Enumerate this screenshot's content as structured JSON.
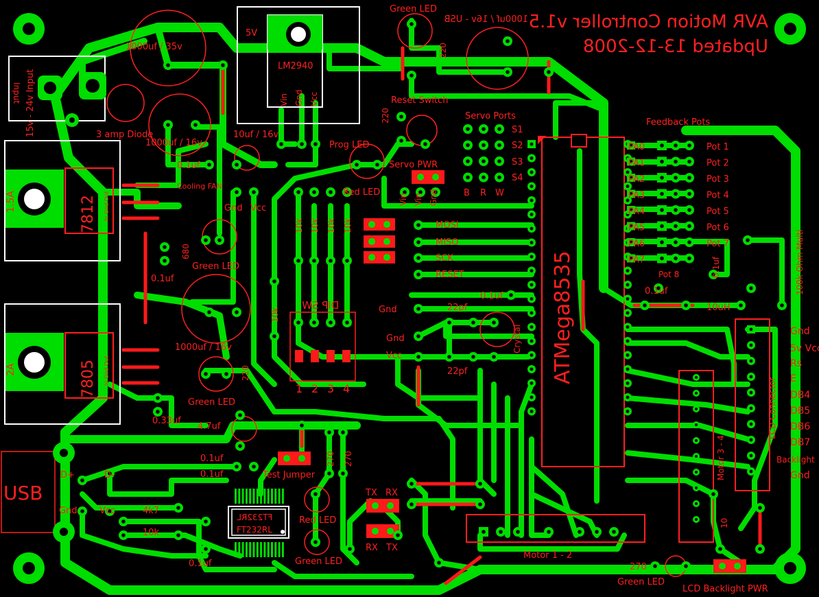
{
  "board": {
    "title_line1": "AVR Motion Controller v1.5",
    "title_line2": "Updated 13-12-2008",
    "background": "#000000",
    "copper_color": "#00dd00",
    "silk_color": "#ff2020",
    "silk_white": "#ffffff"
  },
  "power": {
    "input_label": "15v - 24v Input",
    "input_mirror": "Input",
    "diode_label": "3 amp Diode",
    "cap1": "1000uf / 35v",
    "cap2": "1000uf / 16v",
    "cap3": "10uf / 16v",
    "cap4": "1000uf / 16v",
    "cap_01": "0.1uf",
    "cap_01b": "0.1uf",
    "cap_033": "0.33uf",
    "reg_12": "7812",
    "reg_12_amp": "1.5A",
    "reg_5": "7805",
    "reg_5_amp": "2A",
    "reg_pins": "In  Gnd Out",
    "ldo": "LM2940",
    "ldo_5v": "5V",
    "ldo_pins": [
      "Vin",
      "Gnd",
      "Vcc"
    ],
    "fan_label": "Cooling FAN",
    "fan_gnd": "Gnd",
    "fan_vcc": "Vcc",
    "res_680": "680",
    "green_led_1": "Green LED",
    "green_led_2": "Green LED"
  },
  "top": {
    "green_led": "Green LED",
    "res_220": "220",
    "usb_cap": "1000uf / 16v - USB",
    "reset_switch": "Reset Switch",
    "res_220b": "220",
    "prog_led": "Prog LED",
    "red_led": "Red LED",
    "servo_pwr": "Servo PWR",
    "servo_pins": [
      "Vin",
      "Vin",
      "Gnd"
    ]
  },
  "servo": {
    "title": "Servo Ports",
    "ports": [
      "S1",
      "S2",
      "S3",
      "S4"
    ],
    "cols": [
      "B",
      "R",
      "W"
    ]
  },
  "isp": {
    "resistors": [
      "10k",
      "10k",
      "10k",
      "10k"
    ],
    "lines": [
      "MOSI",
      "MISO",
      "SCK",
      "RESET"
    ],
    "dip": "DIP SW",
    "dip_numbers": [
      "1",
      "2",
      "3",
      "4"
    ],
    "res_10k": "10k",
    "gnd": "Gnd",
    "res_220": "220"
  },
  "mcu": {
    "name": "ATMega8535",
    "cap_01": "0.1uf",
    "cap_22a": "22pf",
    "cap_22b": "22pf",
    "crystal": "Crystal",
    "gnd": "Gnd",
    "vcc": "Vcc"
  },
  "feedback": {
    "title": "Feedback Pots",
    "pins": [
      "PA0",
      "PA1",
      "PA2",
      "PA3",
      "PA4",
      "PA5",
      "PA6",
      "PA7"
    ],
    "pots": [
      "Pot 1",
      "Pot 2",
      "Pot 3",
      "Pot 4",
      "Pot 5",
      "Pot 6",
      "Pot 7",
      "Pot 8"
    ],
    "cap_01": "0.1uf",
    "cap_01b": "0.1uf",
    "inductor": "10uH",
    "pot_multi": "100k Ohm Multi"
  },
  "lcd": {
    "title": "LCD Connector",
    "pins": [
      "Gnd",
      "5v Vcc",
      "Rs",
      "E",
      "DB4",
      "DB5",
      "DB6",
      "DB7",
      "Backlight",
      "Gnd"
    ],
    "backlight_pwr": "LCD Backlight PWR",
    "res_270": "270",
    "green_led": "Green LED",
    "res_10": "10"
  },
  "motor": {
    "m12": "Motor 1 - 2",
    "m34": "Motor 3 - 4"
  },
  "usb": {
    "label": "USB",
    "dplus": "D+",
    "dminus": "D-",
    "gnd": "Gnd",
    "vcc": "Vcc",
    "res_4k7": "4k7",
    "res_10k": "10k",
    "cap_01a": "0.1uf",
    "cap_01b": "0.1uf",
    "cap_01c": "0.1uf",
    "cap_47": "4.7uf",
    "chip": "FT232RL",
    "chip_mirror": "FT232RL",
    "test_jumper": "Test Jumper",
    "res_270a": "270",
    "res_270b": "270",
    "red_led": "Red LED",
    "green_led": "Green LED",
    "tx": "TX",
    "rx": "RX",
    "rx2": "RX",
    "tx2": "TX"
  }
}
